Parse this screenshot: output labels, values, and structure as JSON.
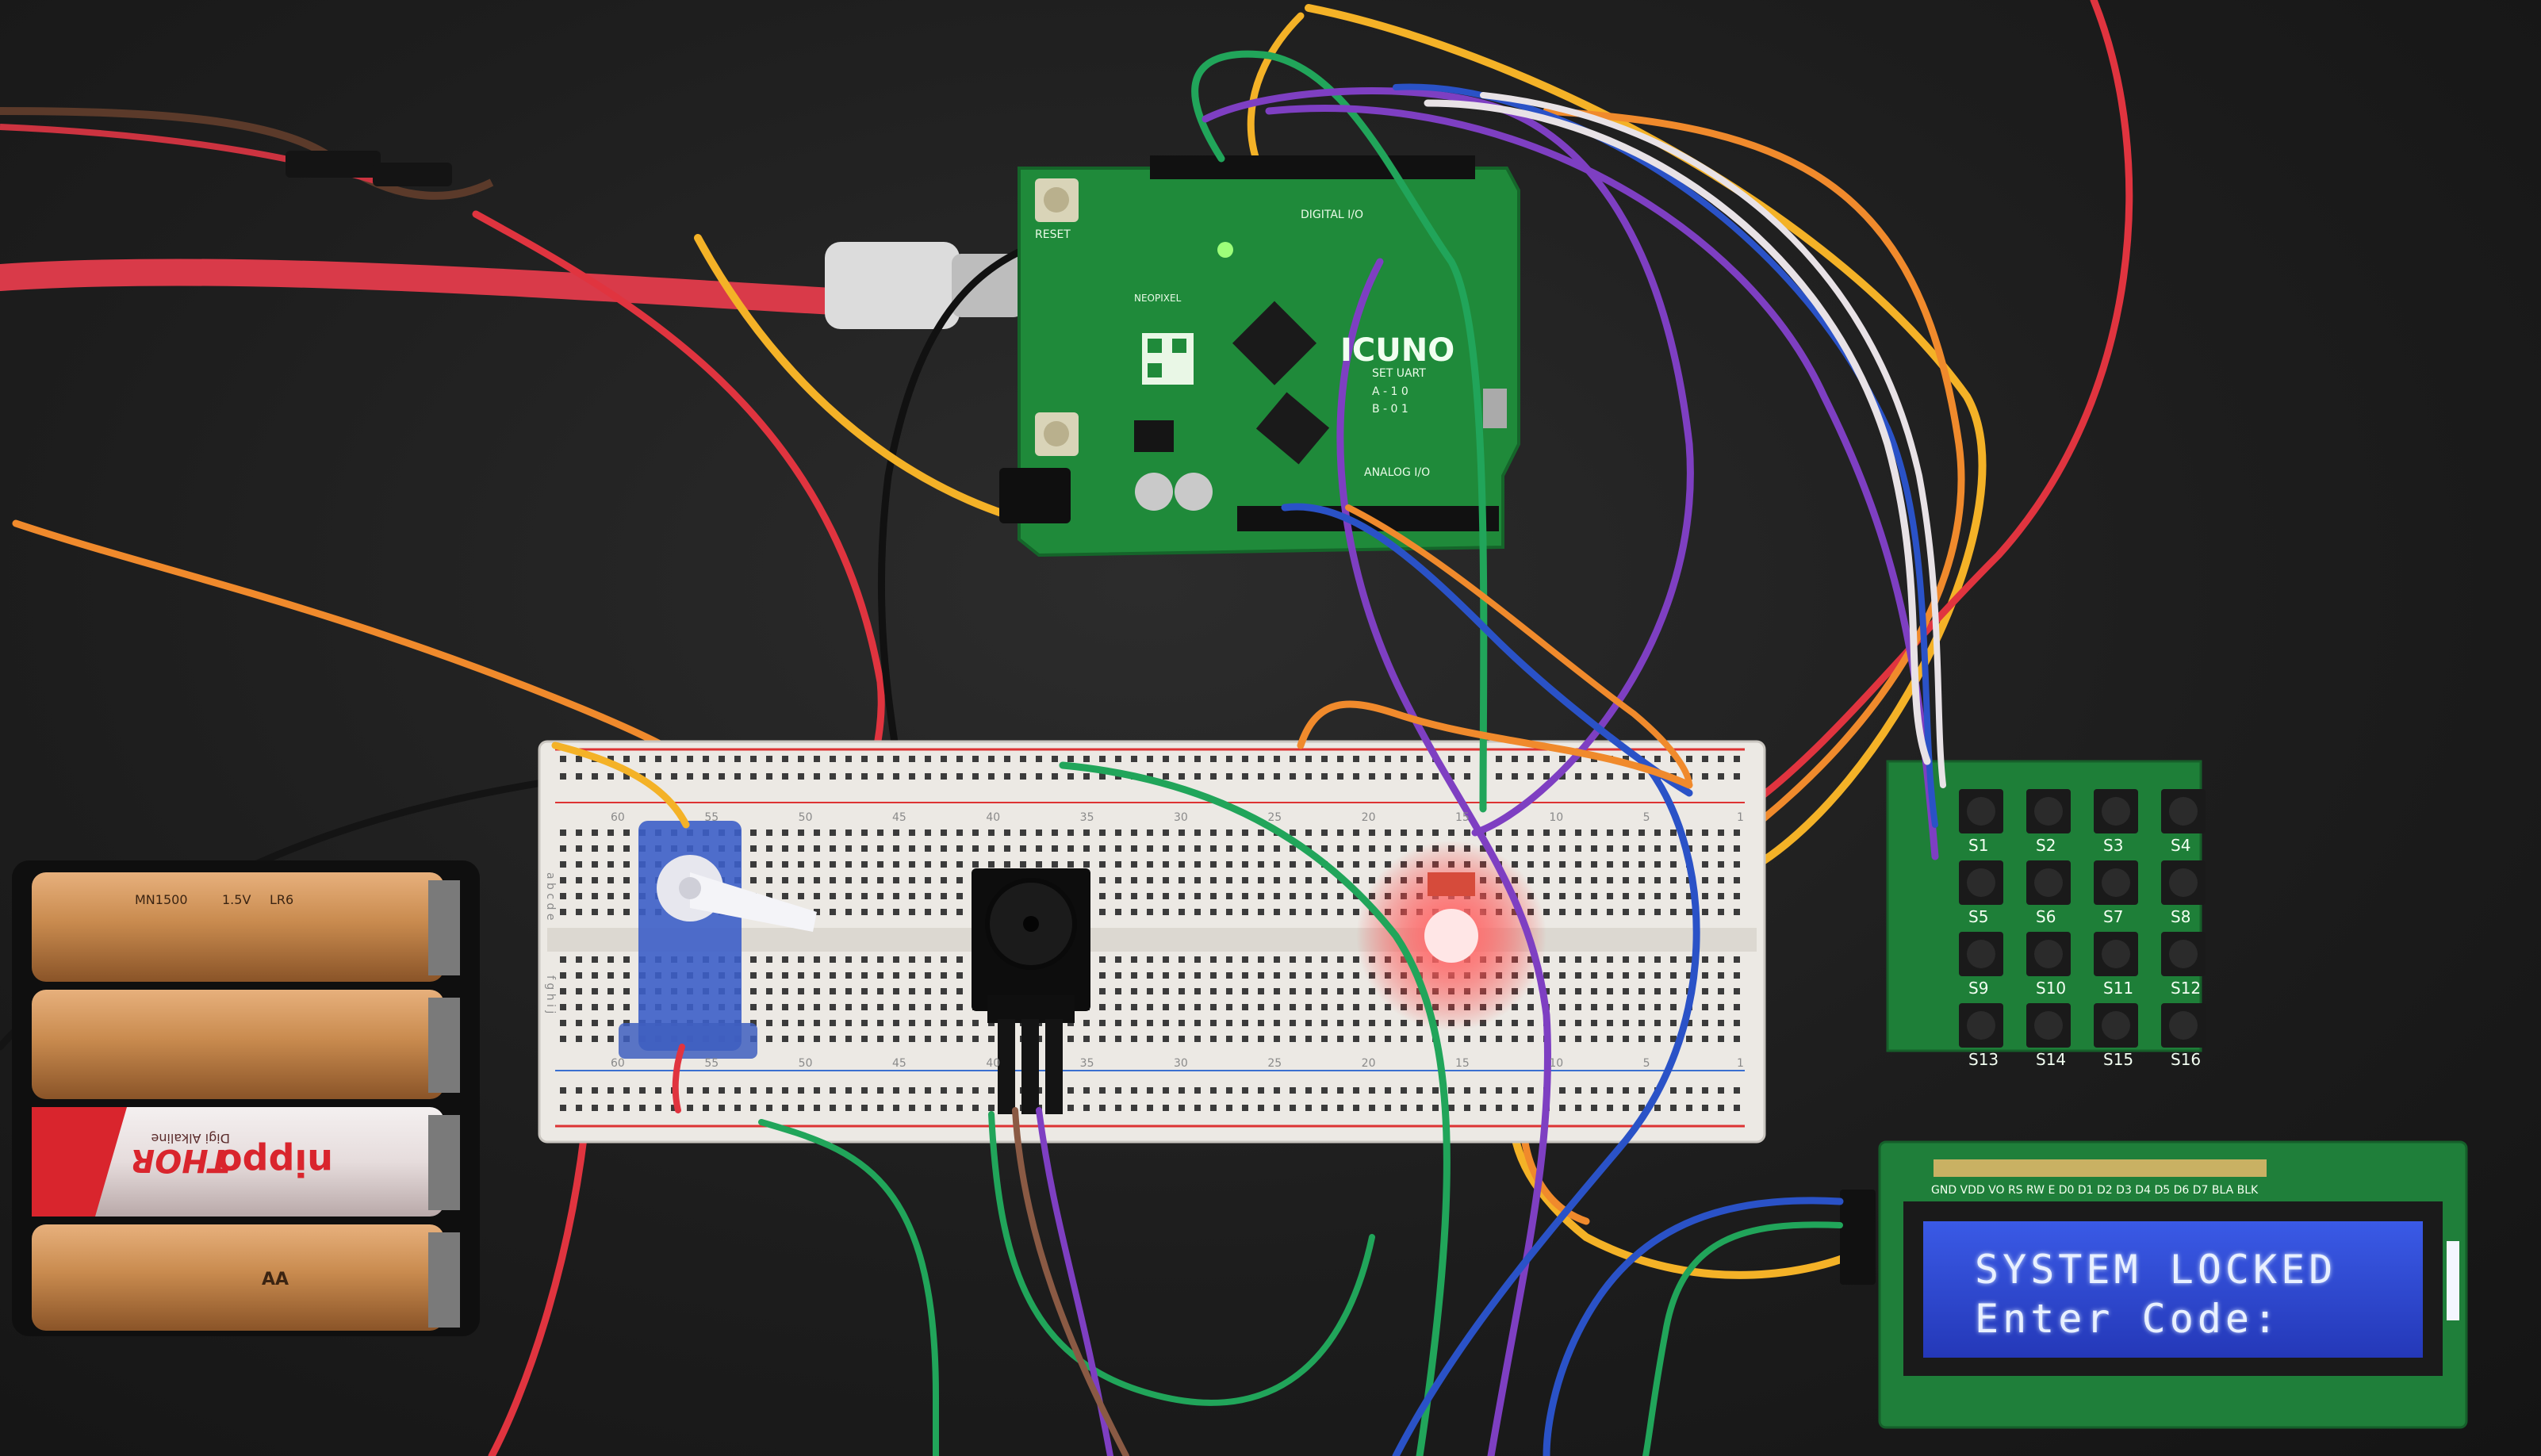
{
  "lcd": {
    "line1": "SYSTEM LOCKED",
    "line2": "Enter Code:",
    "pin_header": "GND VDD VO RS RW  E  D0  D1  D2  D3  D4  D5  D6  D7 BLA BLK"
  },
  "board": {
    "brand": "ICUNO",
    "reset_label": "RESET",
    "neopixel_label": "NEOPIXEL",
    "digital_label": "DIGITAL I/O",
    "analog_label": "ANALOG I/O",
    "uart_label": "SET UART",
    "uart_a": "A - 1 0",
    "uart_b": "B - 0 1"
  },
  "keypad": {
    "keys": [
      "S1",
      "S2",
      "S3",
      "S4",
      "S5",
      "S6",
      "S7",
      "S8",
      "S9",
      "S10",
      "S11",
      "S12",
      "S13",
      "S14",
      "S15",
      "S16"
    ]
  },
  "batteries": {
    "brand": "THOR",
    "brand2": "nippo",
    "sub": "Digi Alkaline",
    "model": "MN1500",
    "size": "AA",
    "voltage": "1.5V",
    "code": "LR6"
  },
  "breadboard": {
    "column_numbers": [
      "60",
      "55",
      "50",
      "45",
      "40",
      "35",
      "30",
      "25",
      "20",
      "15",
      "10",
      "5",
      "1"
    ],
    "row_letters_top": "a b c d e",
    "row_letters_bottom": "f g h i j"
  },
  "colors": {
    "pcb_green": "#1f8a3a",
    "keypad_green": "#1e7f38",
    "lcd_blue": "#2f4fd6",
    "led_red": "#ff3b3b",
    "wire_red": "#e0343f",
    "wire_orange": "#f08a2c",
    "wire_yellow": "#f4b227",
    "wire_green": "#21a55a",
    "wire_purple": "#7e3fc2",
    "wire_blue": "#2a52c7",
    "wire_white": "#e8e2e6",
    "wire_brown": "#8a5a44",
    "wire_black": "#111111"
  }
}
